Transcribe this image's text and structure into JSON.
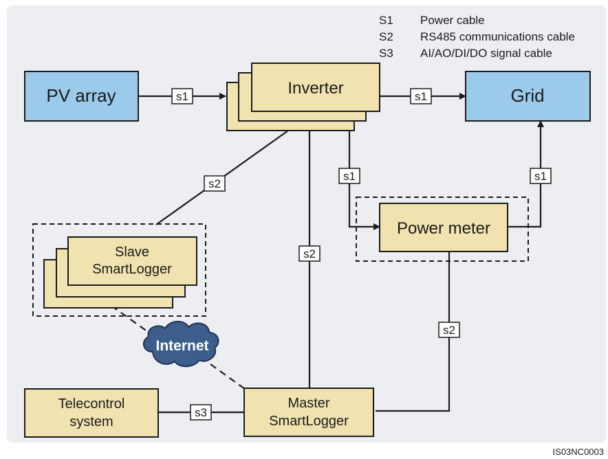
{
  "legend": [
    {
      "code": "S1",
      "text": "Power cable"
    },
    {
      "code": "S2",
      "text": "RS485 communications cable"
    },
    {
      "code": "S3",
      "text": "AI/AO/DI/DO signal cable"
    }
  ],
  "nodes": {
    "pv_array": "PV array",
    "inverter": "Inverter",
    "grid": "Grid",
    "power_meter": "Power meter",
    "slave_line1": "Slave",
    "slave_line2": "SmartLogger",
    "master_line1": "Master",
    "master_line2": "SmartLogger",
    "telecontrol_line1": "Telecontrol",
    "telecontrol_line2": "system",
    "internet": "Internet"
  },
  "cable_labels": {
    "pv_to_inverter": "s1",
    "inverter_to_grid": "s1",
    "inverter_to_meter": "s1",
    "meter_to_grid": "s1",
    "inverter_to_slave": "s2",
    "inverter_to_master": "s2",
    "meter_to_master": "s2",
    "telecontrol_to_master": "s3"
  },
  "figure_id": "IS03NC0003",
  "colors": {
    "panel_bg": "#eceef2",
    "blue_fill": "#9ccaea",
    "tan_fill": "#f1e3b0",
    "stroke": "#1a1a1a",
    "cloud_fill": "#3d5e8c"
  }
}
